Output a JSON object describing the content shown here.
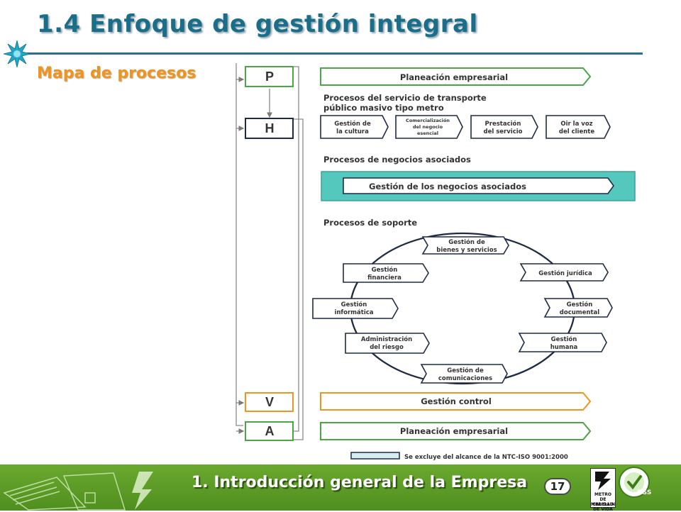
{
  "slide": {
    "title": "1.4 Enfoque de gestión integral",
    "subtitle": "Mapa de procesos"
  },
  "pdca": {
    "p": "P",
    "h": "H",
    "v": "V",
    "a": "A"
  },
  "diagram": {
    "planeacion_top": "Planeación empresarial",
    "servicio_heading_1": "Procesos del servicio de transporte",
    "servicio_heading_2": "público masivo tipo metro",
    "servicio_items": [
      [
        "Gestión de",
        "la cultura"
      ],
      [
        "Comercialización",
        "del negocio",
        "esencial"
      ],
      [
        "Prestación",
        "del servicio"
      ],
      [
        "Oir la voz",
        "del cliente"
      ]
    ],
    "negocios_heading": "Procesos de negocios asociados",
    "negocios_box": "Gestión de los negocios asociados",
    "soporte_heading": "Procesos de soporte",
    "soporte_items": {
      "bienes": [
        "Gestión de",
        "bienes y servicios"
      ],
      "juridica": [
        "Gestión jurídica"
      ],
      "documental": [
        "Gestión",
        "documental"
      ],
      "humana": [
        "Gestión",
        "humana"
      ],
      "comunicaciones": [
        "Gestión de",
        "comunicaciones"
      ],
      "riesgo": [
        "Administración",
        "del riesgo"
      ],
      "informatica": [
        "Gestión",
        "informática"
      ],
      "financiera": [
        "Gestión",
        "financiera"
      ]
    },
    "gestion_control": "Gestión control",
    "planeacion_bottom": "Planeación empresarial",
    "legend": "Se excluye del alcance de la NTC-ISO 9001:2000"
  },
  "footer": {
    "text": "1. Introducción general de la Empresa",
    "page_number": "17",
    "logo_lines": [
      "METRO",
      "DE MEDELLIN",
      "CALIDAD DE VIDA"
    ],
    "sgs_label": "SGS"
  },
  "colors": {
    "green": "#4aa547",
    "teal": "#2c6f8c",
    "orange": "#ee9521",
    "negocios_fill": "#55c8be",
    "navy": "#1f2a44",
    "footer_green": "#5c9c27"
  }
}
